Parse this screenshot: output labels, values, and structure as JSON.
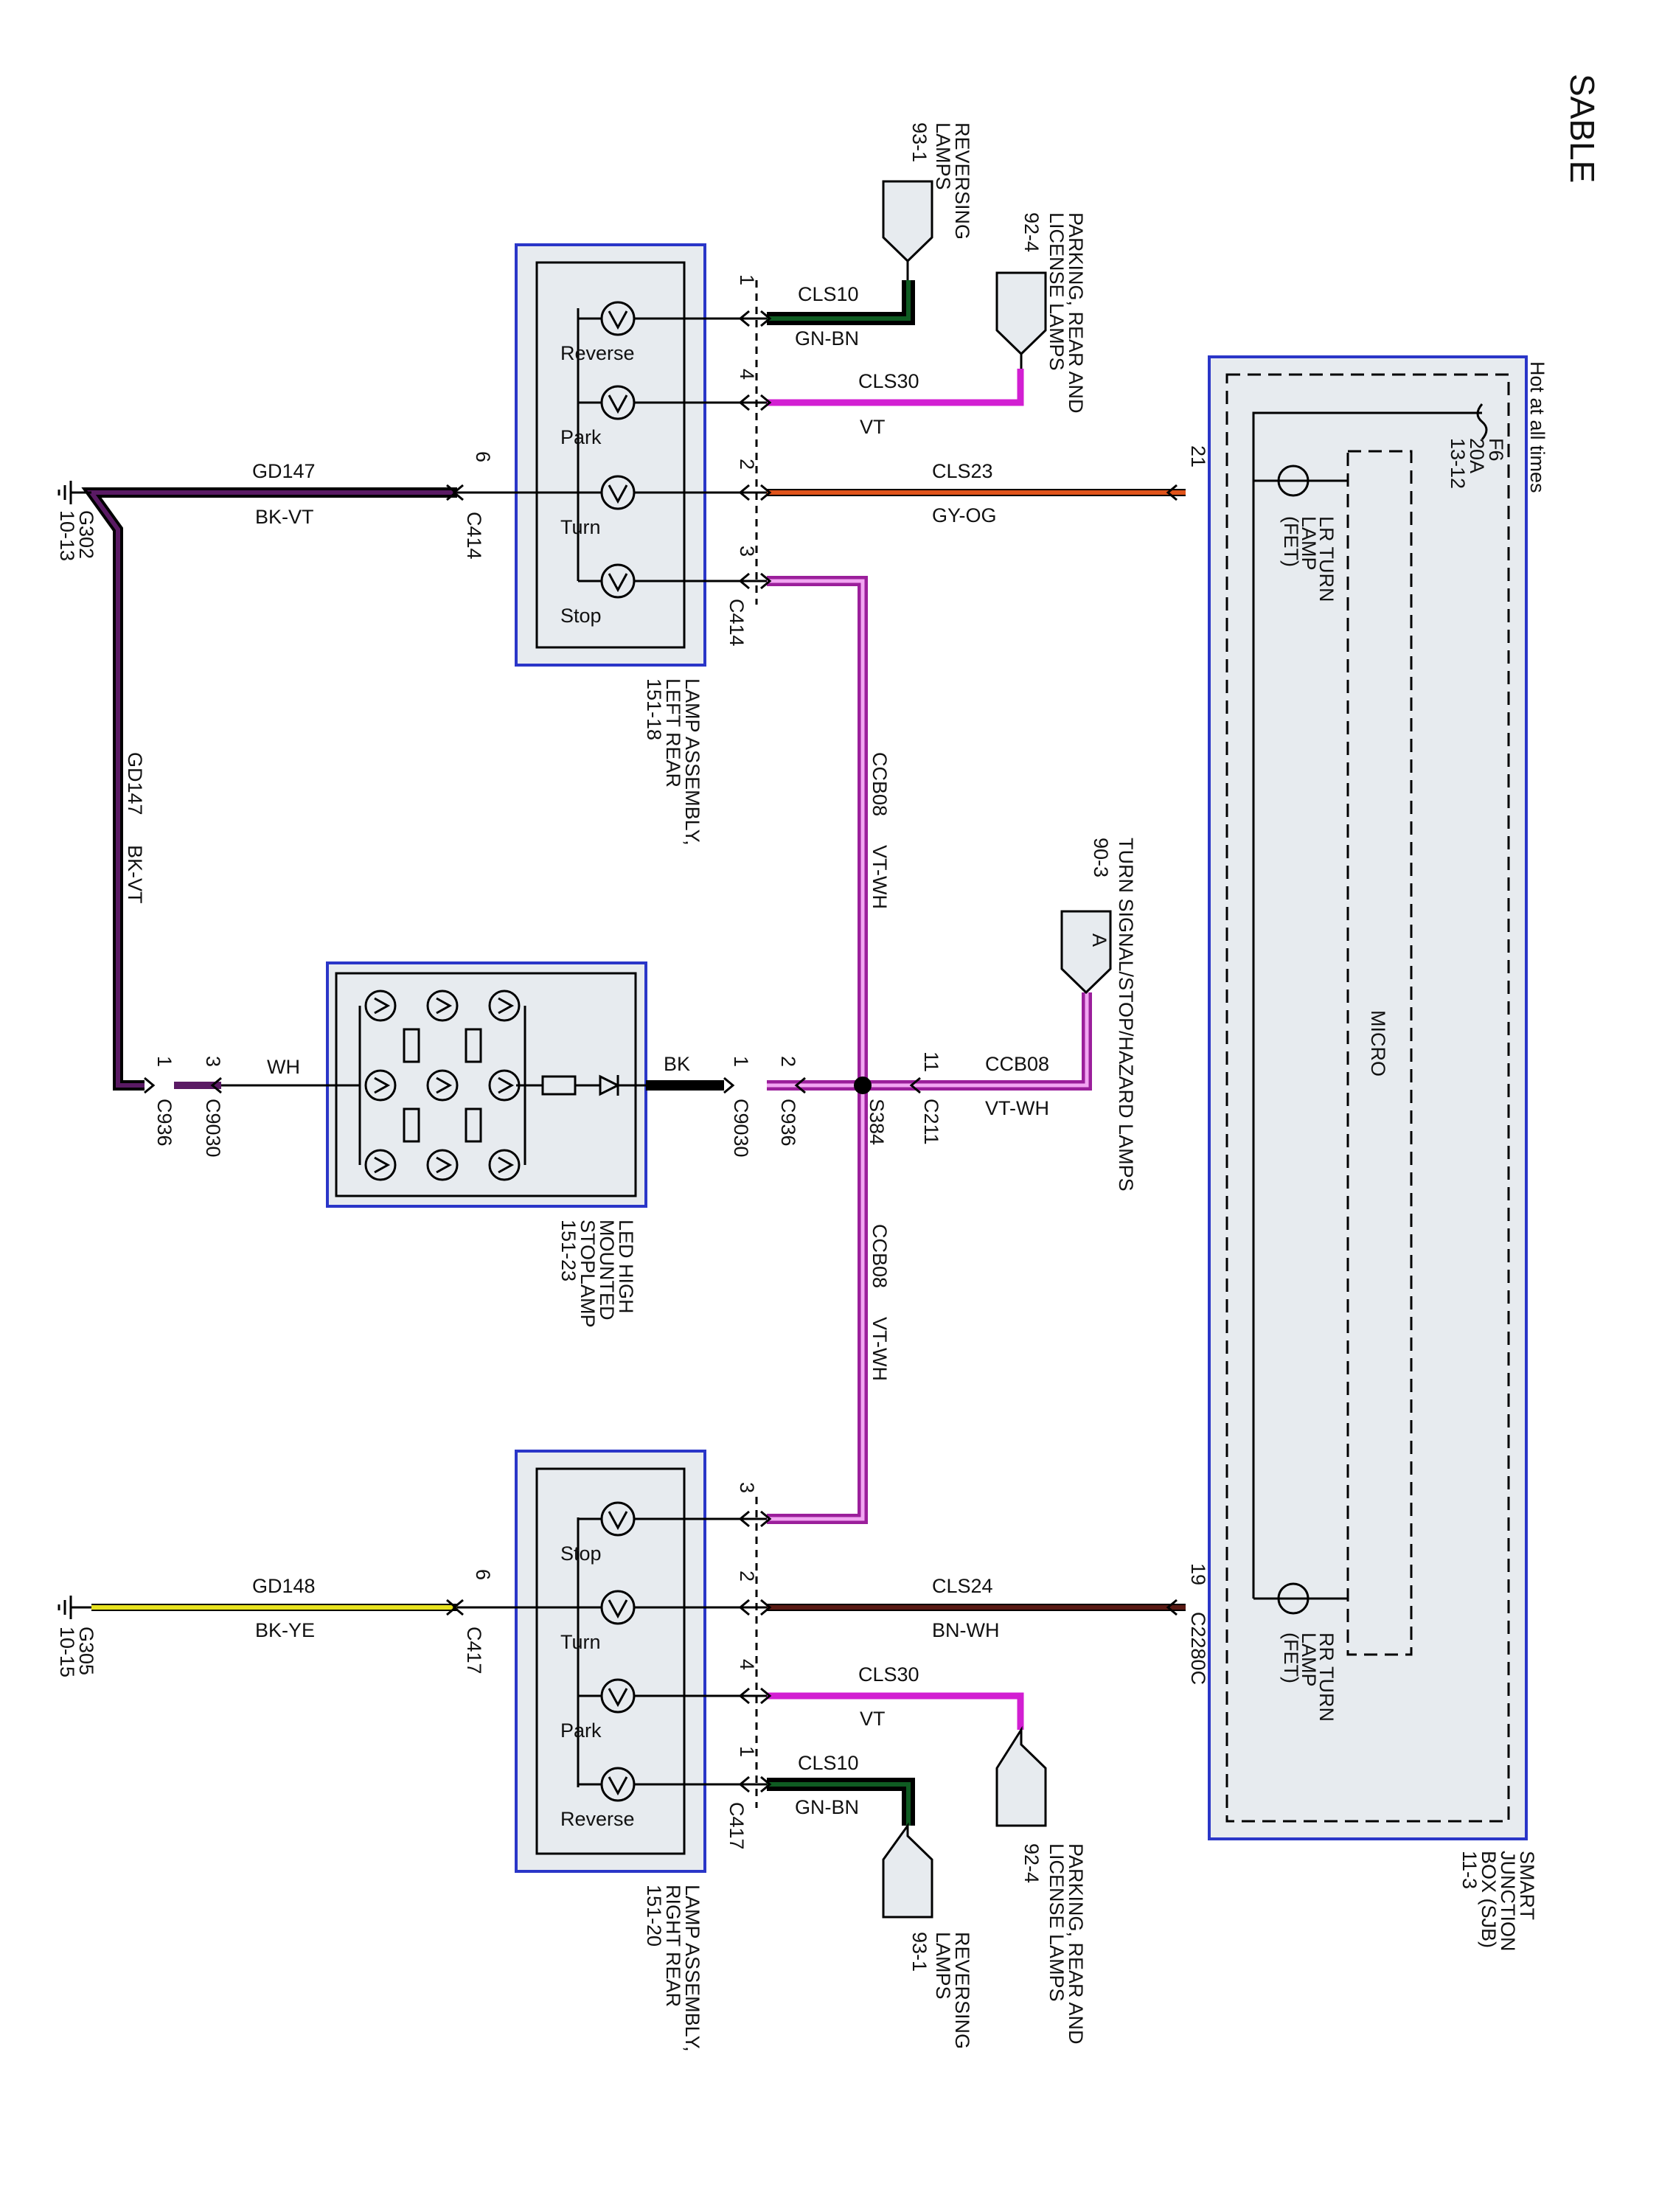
{
  "title": "SABLE",
  "colors": {
    "violet": "#d21fd2",
    "vt_wh_outer": "#9b1f9b",
    "vt_wh_inner": "#f2a6f2",
    "gy_og": "#e0531a",
    "bn_wh": "#5a1a14",
    "bk_vt": "#5a1a64",
    "bk_ye": "#e7e21f",
    "gn_bn": "#0f5b22",
    "box_fill": "#e7ebef",
    "box_border": "#2a36c8"
  },
  "sjb": {
    "name": "SMART JUNCTION BOX (SJB)",
    "name_lines": [
      "SMART",
      "JUNCTION",
      "BOX (SJB)"
    ],
    "ref": "11-3",
    "hot_label": "Hot at all times",
    "fuse": [
      "F6",
      "20A",
      "13-12"
    ],
    "micro": "MICRO",
    "lr_turn": [
      "LR TURN",
      "LAMP",
      "(FET)"
    ],
    "rr_turn": [
      "RR TURN",
      "LAMP",
      "(FET)"
    ],
    "connector": "C2280C",
    "pin_lr": "21",
    "pin_rr": "19"
  },
  "lamp_left": {
    "name": [
      "LAMP ASSEMBLY,",
      "LEFT REAR"
    ],
    "ref": "151-18",
    "connector": "C414",
    "connector_ground": "C414",
    "bulbs": [
      "Reverse",
      "Park",
      "Turn",
      "Stop"
    ],
    "pins": [
      "1",
      "4",
      "2",
      "3"
    ],
    "ground_pin": "6"
  },
  "lamp_right": {
    "name": [
      "LAMP ASSEMBLY,",
      "RIGHT REAR"
    ],
    "ref": "151-20",
    "connector": "C417",
    "connector_ground": "C417",
    "bulbs": [
      "Stop",
      "Turn",
      "Park",
      "Reverse"
    ],
    "pins": [
      "3",
      "2",
      "4",
      "1"
    ],
    "ground_pin": "6"
  },
  "stoplamp": {
    "name": [
      "LED HIGH",
      "MOUNTED",
      "STOPLAMP"
    ],
    "ref": "151-23"
  },
  "wires": {
    "cls10": {
      "circuit": "CLS10",
      "color": "GN-BN"
    },
    "cls30": {
      "circuit": "CLS30",
      "color": "VT"
    },
    "cls23": {
      "circuit": "CLS23",
      "color": "GY-OG"
    },
    "cls24": {
      "circuit": "CLS24",
      "color": "BN-WH"
    },
    "ccb08": {
      "circuit": "CCB08",
      "color": "VT-WH"
    },
    "gd147": {
      "circuit": "GD147",
      "color": "BK-VT"
    },
    "gd148": {
      "circuit": "GD148",
      "color": "BK-YE"
    },
    "wh": "WH",
    "bk": "BK"
  },
  "grounds": {
    "g302": {
      "name": "G302",
      "ref": "10-13"
    },
    "g305": {
      "name": "G305",
      "ref": "10-15"
    }
  },
  "refs": {
    "reversing": {
      "name": [
        "REVERSING",
        "LAMPS"
      ],
      "ref": "93-1"
    },
    "parking": {
      "name": [
        "PARKING, REAR AND",
        "LICENSE LAMPS"
      ],
      "ref": "92-4"
    },
    "turn_signal": {
      "name": "TURN SIGNAL/STOP/HAZARD LAMPS",
      "ref": "90-3",
      "marker": "A"
    }
  },
  "connectors": {
    "c936": "C936",
    "c9030": "C9030",
    "c211": "C211",
    "s384": "S384",
    "pin_1": "1",
    "pin_2": "2",
    "pin_3": "3",
    "pin_11": "11"
  }
}
